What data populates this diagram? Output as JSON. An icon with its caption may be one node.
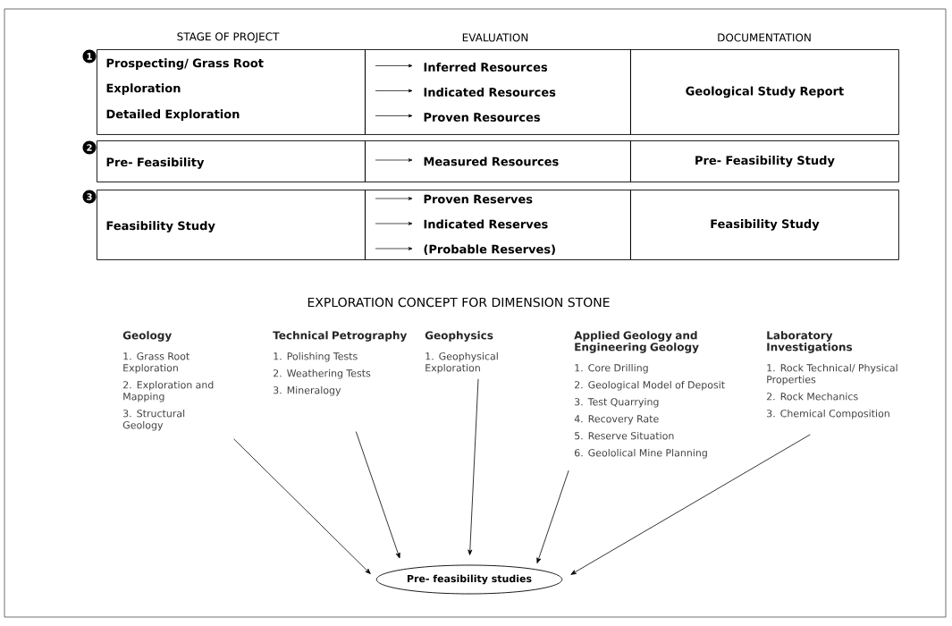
{
  "diagram": {
    "nodes": [
      {
        "text": [
          "Prospecting/ Grass Root Exploration",
          "Detailed Exploration"
        ],
        "beside": [
          "1"
        ]
      },
      {
        "text": [
          "Inferred Resources",
          "Indicated Resources",
          "Proven Resources"
        ]
      },
      {
        "text": [
          "Geological Study Report"
        ]
      },
      {
        "text": [
          "Pre- Feasibility"
        ],
        "beside": [
          "2"
        ]
      },
      {
        "text": [
          "Measured Resources"
        ]
      },
      {
        "text": [
          "Pre- Feasibility Study"
        ]
      },
      {
        "text": [
          "Feasibility Study"
        ],
        "beside": [
          "3"
        ]
      },
      {
        "text": [
          "Proven Reserves",
          "Indicated Reserves",
          "(Probable Reserves)"
        ]
      },
      {
        "text": [
          "Feasibility Study"
        ]
      },
      {
        "text": [
          "Geology",
          "1. Grass Root Exploration",
          "2. Exploration and Mapping",
          "3. Structural Geology"
        ]
      },
      {
        "text": [
          "Technical Petrography",
          "1. Polishing Tests",
          "2. Weathering Tests",
          "3. Mineralogy"
        ]
      },
      {
        "text": [
          "Geophysics",
          "1. Geophysical Exploration"
        ]
      },
      {
        "text": [
          "Applied Geology and Engineering Geology",
          "1. Core Drilling",
          "2. Geological Model of Deposit",
          "3. Test Quarrying",
          "4. Recovery Rate",
          "5. Reserve Situation",
          "6. Geololical Mine Planning"
        ]
      },
      {
        "text": [
          "Laboratory Investigations",
          "1. Rock Technical/ Physical Properties",
          "2. Rock Mechanics",
          "3. Chemical Composition"
        ]
      },
      {
        "text": [
          "Pre- feasibility studies"
        ]
      }
    ],
    "edges": [
      {
        "from": 9,
        "to": 14,
        "arrow": "to"
      },
      {
        "from": 10,
        "to": 14,
        "arrow": "to"
      },
      {
        "from": 11,
        "to": 14,
        "arrow": "to"
      },
      {
        "from": 12,
        "to": 14,
        "arrow": "to"
      },
      {
        "from": 13,
        "to": 14,
        "arrow": "to"
      }
    ],
    "labels": [
      "STAGE OF PROJECT",
      "EVALUATION",
      "DOCUMENTATION",
      "EXPLORATION CONCEPT FOR DIMENSION STONE"
    ]
  }
}
